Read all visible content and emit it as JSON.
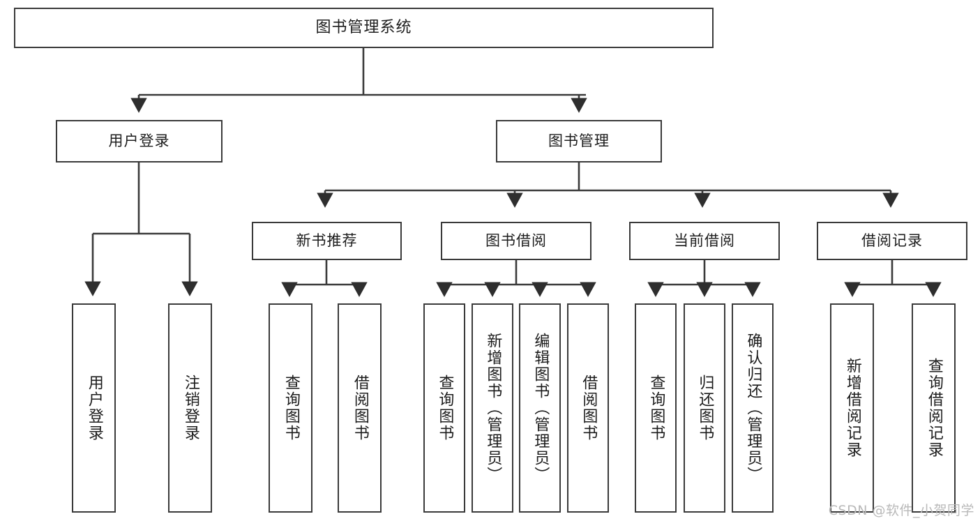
{
  "diagram": {
    "title": "图书管理系统",
    "watermark": "CSDN @软件_小贺同学",
    "levels": {
      "root": "图书管理系统",
      "level2": [
        "用户登录",
        "图书管理"
      ],
      "level3": [
        "新书推荐",
        "图书借阅",
        "当前借阅",
        "借阅记录"
      ]
    },
    "nodes": {
      "root": {
        "label": "图书管理系统"
      },
      "user_login": {
        "label": "用户登录"
      },
      "book_manage": {
        "label": "图书管理"
      },
      "new_book_rec": {
        "label": "新书推荐"
      },
      "book_borrow": {
        "label": "图书借阅"
      },
      "current_borrow": {
        "label": "当前借阅"
      },
      "borrow_record": {
        "label": "借阅记录"
      },
      "leaf_user_login": {
        "label": "用户登录"
      },
      "leaf_logout": {
        "label": "注销登录"
      },
      "leaf_query_book_a": {
        "label": "查询图书"
      },
      "leaf_borrow_book_a": {
        "label": "借阅图书"
      },
      "leaf_query_book_b": {
        "label": "查询图书"
      },
      "leaf_add_book": {
        "label": "新增图书（管理员）"
      },
      "leaf_edit_book": {
        "label": "编辑图书（管理员）"
      },
      "leaf_borrow_book_b": {
        "label": "借阅图书"
      },
      "leaf_query_book_c": {
        "label": "查询图书"
      },
      "leaf_return_book": {
        "label": "归还图书"
      },
      "leaf_confirm_return": {
        "label": "确认归还（管理员）"
      },
      "leaf_add_record": {
        "label": "新增借阅记录"
      },
      "leaf_query_record": {
        "label": "查询借阅记录"
      }
    },
    "colors": {
      "stroke": "#3a3a3a",
      "background": "#ffffff",
      "text": "#1c1c1c",
      "watermark": "#b9b9b9"
    }
  }
}
